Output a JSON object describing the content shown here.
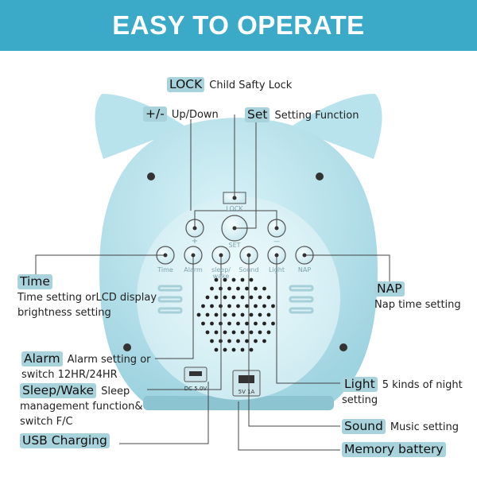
{
  "title": "EASY TO OPERATE",
  "callouts": {
    "lock": {
      "tag": "LOCK",
      "desc": "Child Safty Lock"
    },
    "updown": {
      "tag": "+/-",
      "desc": "Up/Down"
    },
    "set": {
      "tag": "Set",
      "desc": "Setting Function"
    },
    "time": {
      "tag": "Time",
      "desc1": "Time setting orLCD display",
      "desc2": "brightness setting"
    },
    "nap": {
      "tag": "NAP",
      "desc1": "Nap time setting"
    },
    "alarm": {
      "tag": "Alarm",
      "desc1": "Alarm setting or",
      "desc2": "switch  12HR/24HR"
    },
    "sleep": {
      "tag": "Sleep/Wake",
      "desc1": "Sleep",
      "desc2": "management  function&",
      "desc3": "switch  F/C"
    },
    "light": {
      "tag": "Light",
      "desc1": "5 kinds of night",
      "desc2": "setting"
    },
    "usb": {
      "tag": "USB Charging"
    },
    "sound": {
      "tag": "Sound",
      "desc1": "Music setting"
    },
    "memory": {
      "tag": "Memory battery"
    }
  },
  "device": {
    "lock": "LOCK",
    "plus": "+",
    "set": "SET",
    "minus": "—",
    "buttons": [
      "Time",
      "Alarm",
      "sleep/ wake",
      "Sound",
      "Light",
      "NAP"
    ],
    "dc": "DC 5.0V",
    "usb": "5V 1A"
  },
  "colors": {
    "banner": "#3aaac8",
    "body": "#bfe6ef",
    "face": "#dff3f7",
    "tag": "#a9d3dc"
  }
}
